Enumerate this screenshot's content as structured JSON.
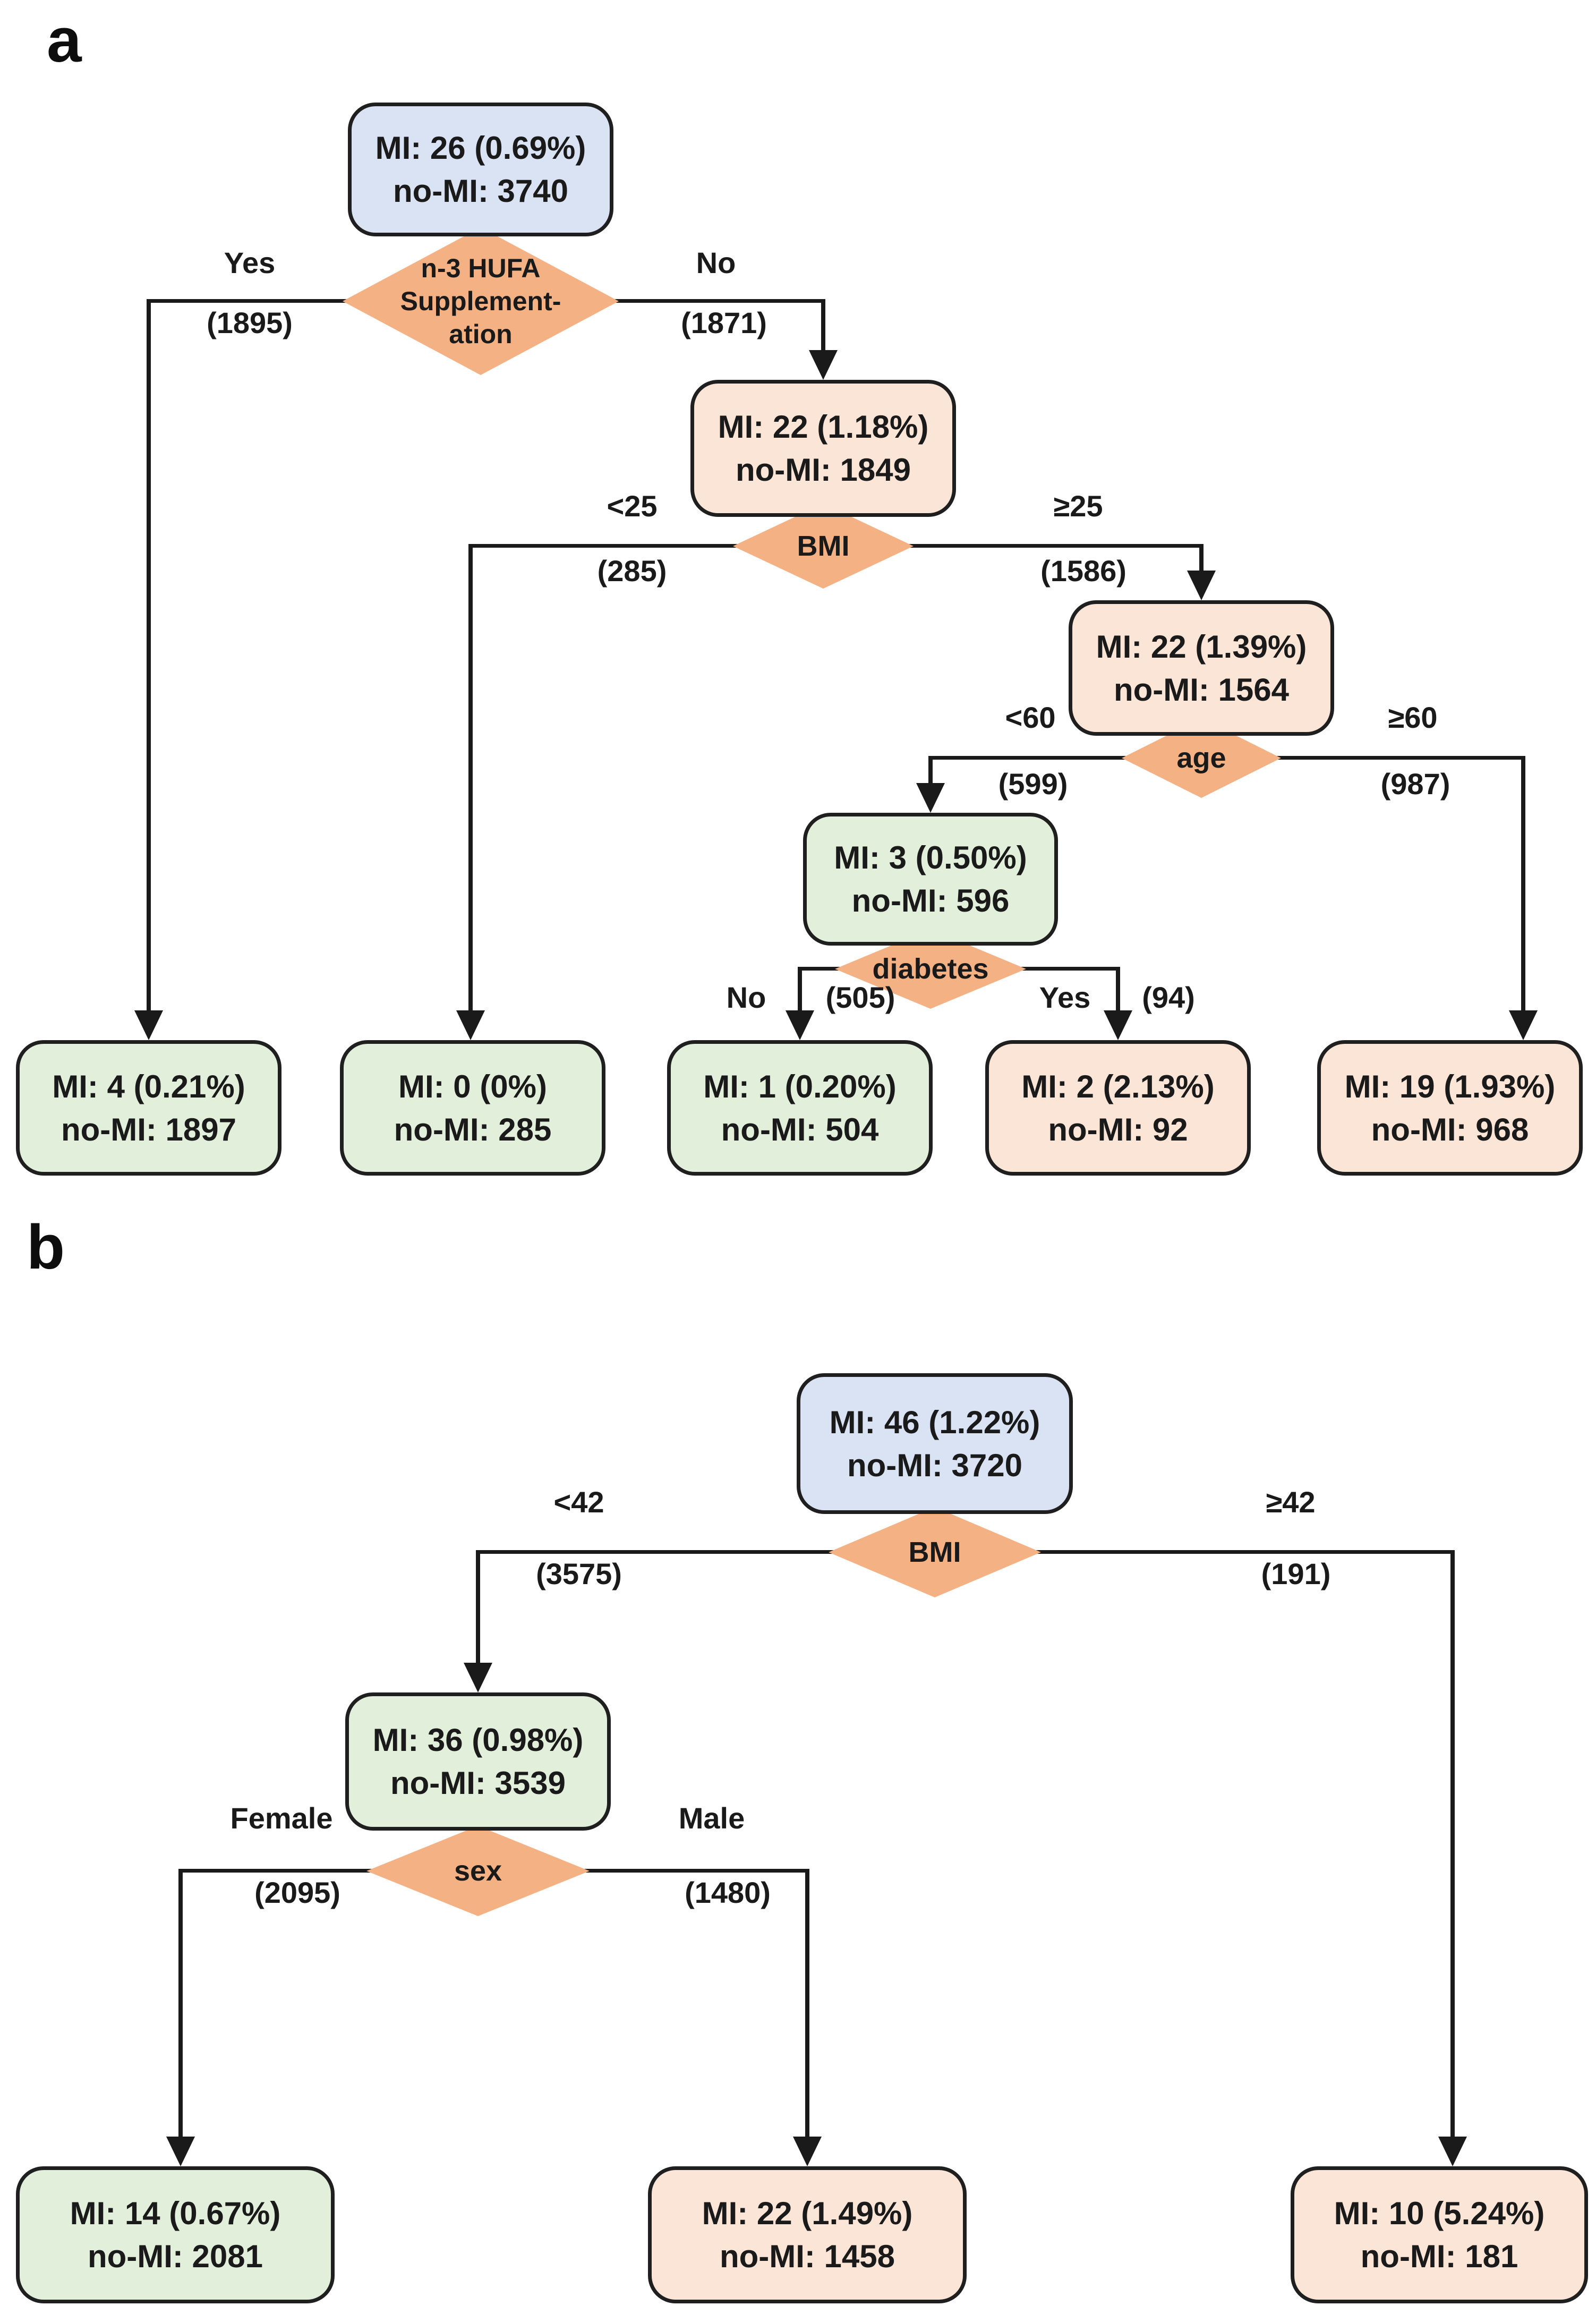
{
  "figure": {
    "panel_a_letter": "a",
    "panel_b_letter": "b"
  },
  "colors": {
    "root_node_fill": "#dae3f3",
    "high_risk_node_fill": "#fbe5d6",
    "low_risk_node_fill": "#e2efda",
    "decision_diamond_fill": "#f4b183",
    "line_color": "#1a1a1a"
  },
  "panel_a": {
    "root": {
      "line1": "MI: 26 (0.69%)",
      "line2": "no-MI: 3740"
    },
    "nodes": {
      "no_supp": {
        "line1": "MI: 22 (1.18%)",
        "line2": "no-MI: 1849"
      },
      "bmi_ge25": {
        "line1": "MI: 22 (1.39%)",
        "line2": "no-MI: 1564"
      },
      "age_lt60": {
        "line1": "MI: 3 (0.50%)",
        "line2": "no-MI: 596"
      }
    },
    "leaves": {
      "supp_yes": {
        "line1": "MI: 4 (0.21%)",
        "line2": "no-MI: 1897"
      },
      "bmi_lt25": {
        "line1": "MI: 0 (0%)",
        "line2": "no-MI: 285"
      },
      "diab_no": {
        "line1": "MI: 1 (0.20%)",
        "line2": "no-MI: 504"
      },
      "diab_yes": {
        "line1": "MI: 2 (2.13%)",
        "line2": "no-MI: 92"
      },
      "age_ge60": {
        "line1": "MI: 19 (1.93%)",
        "line2": "no-MI: 968"
      }
    },
    "decisions": {
      "hufa": {
        "line1": "n-3 HUFA",
        "line2": "Supplement-",
        "line3": "ation"
      },
      "bmi": {
        "label": "BMI"
      },
      "age": {
        "label": "age"
      },
      "diabetes": {
        "label": "diabetes"
      }
    },
    "branches": {
      "supp_yes": {
        "label": "Yes",
        "count": "(1895)"
      },
      "supp_no": {
        "label": "No",
        "count": "(1871)"
      },
      "bmi_lt": {
        "label": "<25",
        "count": "(285)"
      },
      "bmi_ge": {
        "label": "≥25",
        "count": "(1586)"
      },
      "age_lt": {
        "label": "<60",
        "count": "(599)"
      },
      "age_ge": {
        "label": "≥60",
        "count": "(987)"
      },
      "diab_no": {
        "label": "No",
        "count": "(505)"
      },
      "diab_yes": {
        "label": "Yes",
        "count": "(94)"
      }
    }
  },
  "panel_b": {
    "root": {
      "line1": "MI: 46 (1.22%)",
      "line2": "no-MI: 3720"
    },
    "nodes": {
      "bmi_lt42": {
        "line1": "MI: 36 (0.98%)",
        "line2": "no-MI: 3539"
      }
    },
    "leaves": {
      "female": {
        "line1": "MI: 14 (0.67%)",
        "line2": "no-MI: 2081"
      },
      "male": {
        "line1": "MI: 22 (1.49%)",
        "line2": "no-MI: 1458"
      },
      "bmi_ge42": {
        "line1": "MI: 10 (5.24%)",
        "line2": "no-MI: 181"
      }
    },
    "decisions": {
      "bmi": {
        "label": "BMI"
      },
      "sex": {
        "label": "sex"
      }
    },
    "branches": {
      "bmi_lt": {
        "label": "<42",
        "count": "(3575)"
      },
      "bmi_ge": {
        "label": "≥42",
        "count": "(191)"
      },
      "female": {
        "label": "Female",
        "count": "(2095)"
      },
      "male": {
        "label": "Male",
        "count": "(1480)"
      }
    }
  }
}
